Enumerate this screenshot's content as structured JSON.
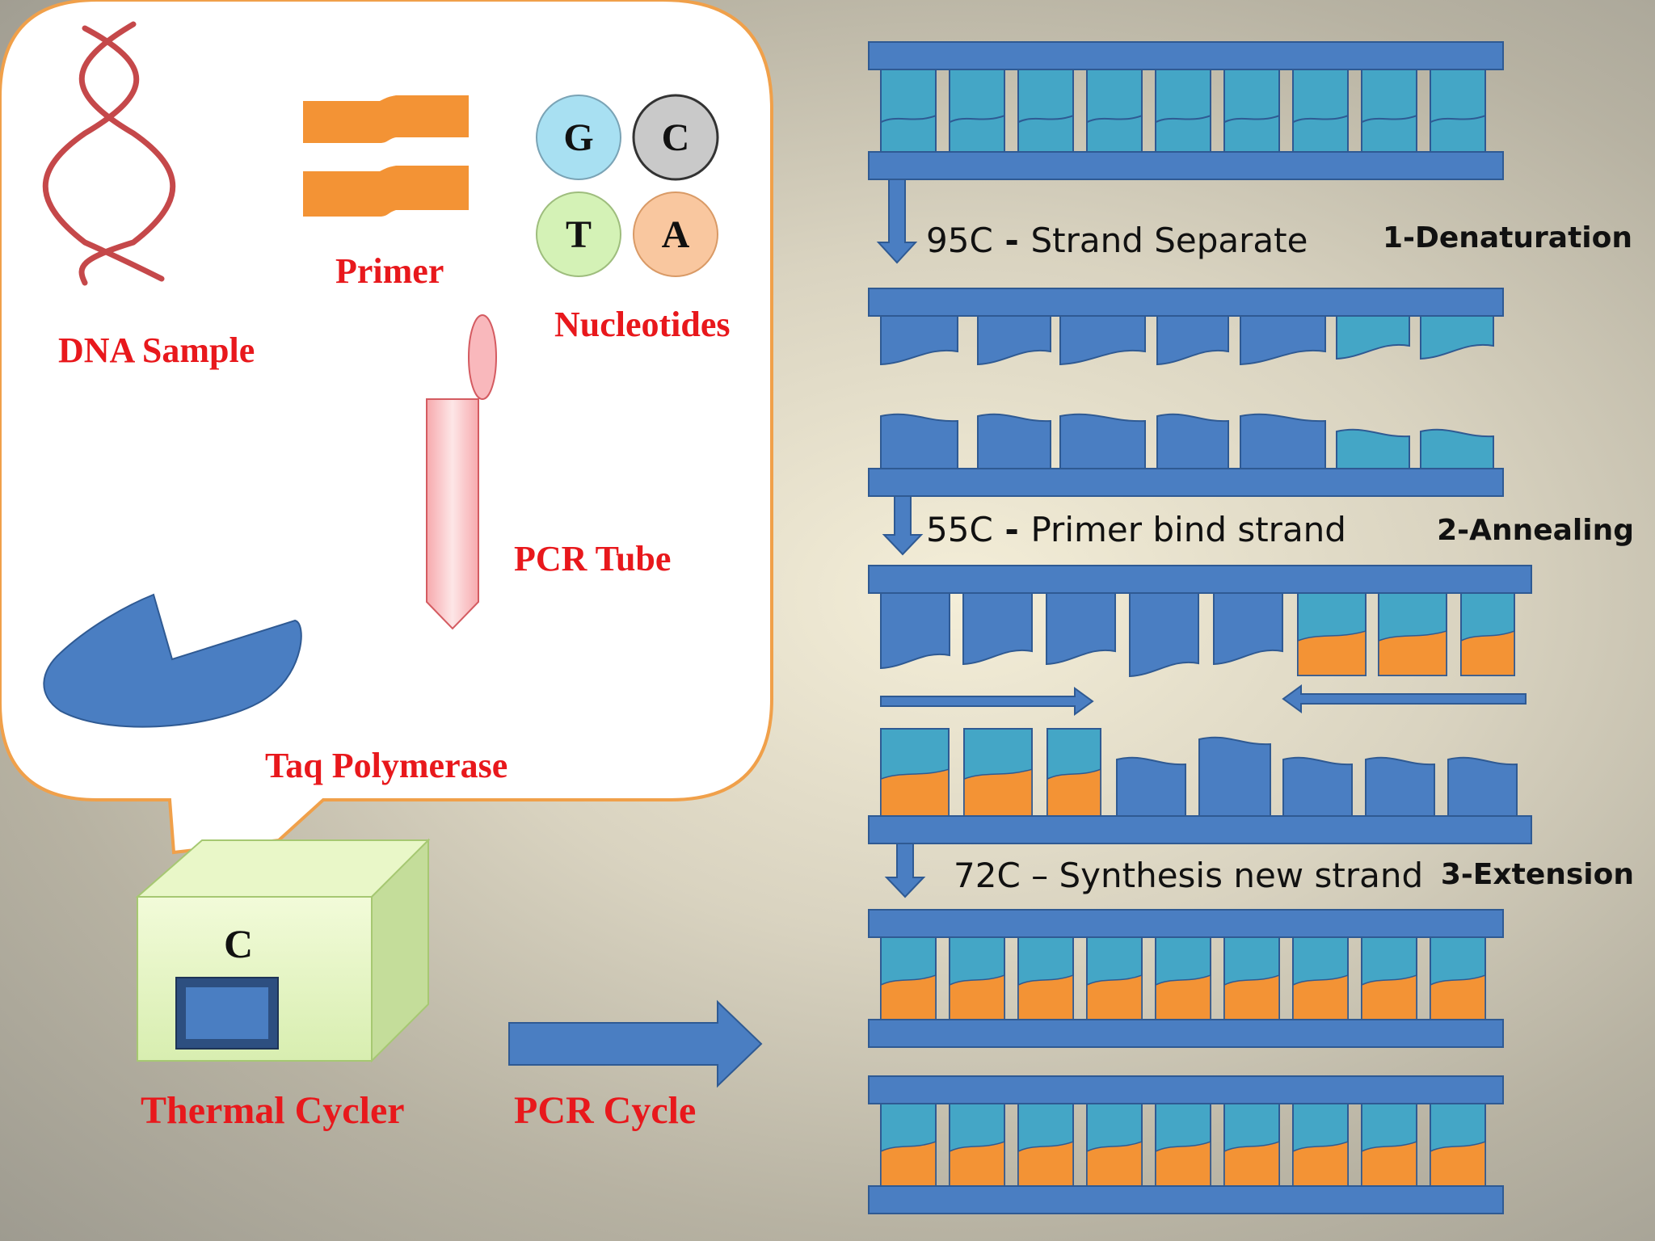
{
  "reagents": {
    "dna_label": "DNA Sample",
    "primer_label": "Primer",
    "nucleotides_label": "Nucleotides",
    "nucleotides": [
      {
        "letter": "G",
        "color": "#a8e0f2"
      },
      {
        "letter": "C",
        "color": "#c9c9c9"
      },
      {
        "letter": "T",
        "color": "#d4f2b6"
      },
      {
        "letter": "A",
        "color": "#f9c79f"
      }
    ],
    "tube_label": "PCR Tube",
    "taq_label": "Taq Polymerase"
  },
  "machine": {
    "display_char": "C",
    "label": "Thermal Cycler"
  },
  "cycle": {
    "label": "PCR Cycle"
  },
  "steps": [
    {
      "temp": "95C",
      "sep": " - ",
      "desc": "Strand Separate",
      "stage": "1-Denaturation"
    },
    {
      "temp": "55C",
      "sep": " - ",
      "desc": "Primer bind strand",
      "stage": "2-Annealing"
    },
    {
      "temp": "72C",
      "sep": " – ",
      "desc": "Synthesis new strand",
      "stage": "3-Extension"
    }
  ],
  "colors": {
    "strand_blue": "#4a7ec2",
    "strand_edge": "#2f5a93",
    "teal": "#44a6c6",
    "orange": "#f39335",
    "label_red": "#e8181c",
    "callout_border": "#f0a04a"
  }
}
